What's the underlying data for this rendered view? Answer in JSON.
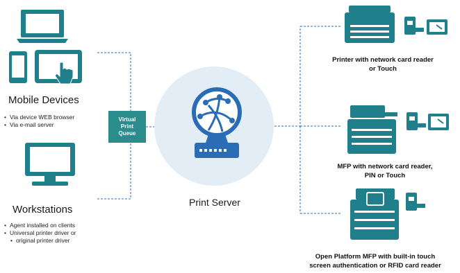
{
  "colors": {
    "accent": "#1f7f8a",
    "dashed_line": "#2a6db5",
    "circle": "#e3edf6",
    "queue_bg": "#2a8c8c"
  },
  "mobile": {
    "title": "Mobile Devices",
    "bullets": [
      "Via device WEB browser",
      "Via e-mail server"
    ]
  },
  "workstations": {
    "title": "Workstations",
    "bullets": [
      "Agent installed on clients",
      "Universal printer driver or",
      "original printer driver"
    ]
  },
  "queue": {
    "lines": [
      "Virtual",
      "Print",
      "Queue"
    ]
  },
  "server": {
    "label": "Print Server"
  },
  "devices": [
    {
      "lines": [
        "Printer with network card reader",
        "or Touch"
      ],
      "icon": "printer-icon"
    },
    {
      "lines": [
        "MFP with network card reader,",
        "PIN or Touch"
      ],
      "icon": "mfp-icon"
    },
    {
      "lines": [
        "Open Platform MFP with built-in touch",
        "screen authentication or RFID card reader"
      ],
      "icon": "open-platform-mfp-icon"
    }
  ]
}
